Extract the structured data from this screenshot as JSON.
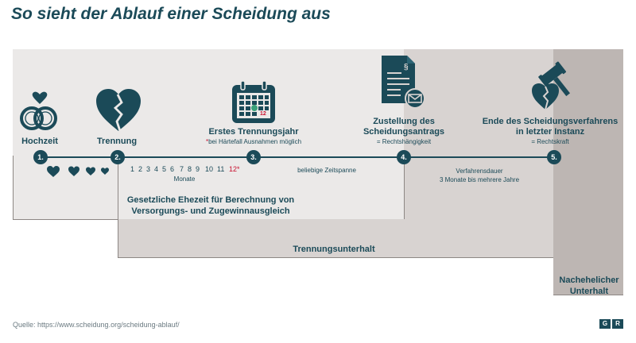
{
  "title": "So sieht der Ablauf einer Scheidung aus",
  "colors": {
    "primary": "#1b4a58",
    "accent": "#c8102e",
    "band_light": "#ebe9e8",
    "band_mid": "#d8d3d1",
    "band_dark": "#bdb6b3"
  },
  "stages": [
    {
      "number": "1.",
      "label": "Hochzeit",
      "icon": "wedding-rings-icon"
    },
    {
      "number": "2.",
      "label": "Trennung",
      "icon": "broken-heart-icon"
    },
    {
      "number": "3.",
      "label": "Erstes Trennungsjahr",
      "sub_star": "*",
      "sub": "bei Härtefall Ausnahmen möglich",
      "icon": "calendar-icon",
      "calendar_day": "12"
    },
    {
      "number": "4.",
      "label_line1": "Zustellung des",
      "label_line2": "Scheidungsantrags",
      "sub": "= Rechtshängigkeit",
      "icon": "document-icon"
    },
    {
      "number": "5.",
      "label_line1": "Ende des Scheidungsverfahrens",
      "label_line2": "in letzter Instanz",
      "sub": "= Rechtskraft",
      "icon": "gavel-heart-icon"
    }
  ],
  "months": [
    "1",
    "2",
    "3",
    "4",
    "5",
    "6",
    "7",
    "8",
    "9",
    "10",
    "11",
    "12*"
  ],
  "months_label": "Monate",
  "between_3_4": "beliebige Zeitspanne",
  "verfahrensdauer": {
    "line1": "Verfahrensdauer",
    "line2": "3 Monate bis mehrere Jahre"
  },
  "bands": {
    "ehezeit": {
      "line1": "Gesetzliche Ehezeit für Berechnung von",
      "line2": "Versorgungs- und Zugewinnausgleich"
    },
    "trennungsunterhalt": "Trennungsunterhalt",
    "nachehelicher": {
      "line1": "Nachehelicher",
      "line2": "Unterhalt"
    }
  },
  "source": "Quelle: https://www.scheidung.org/scheidung-ablauf/",
  "logo": {
    "left": "G",
    "right": "R"
  }
}
